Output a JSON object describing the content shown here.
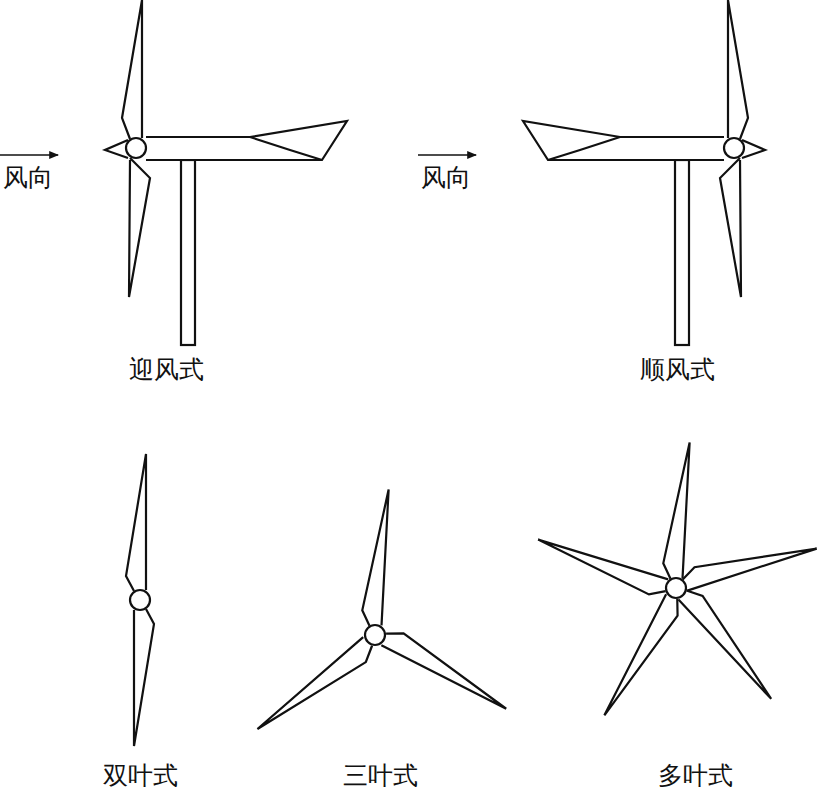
{
  "diagram": {
    "labels": [
      "风向",
      "迎风式",
      "风向",
      "顺风式",
      "双叶式",
      "三叶式",
      "多叶式"
    ]
  }
}
